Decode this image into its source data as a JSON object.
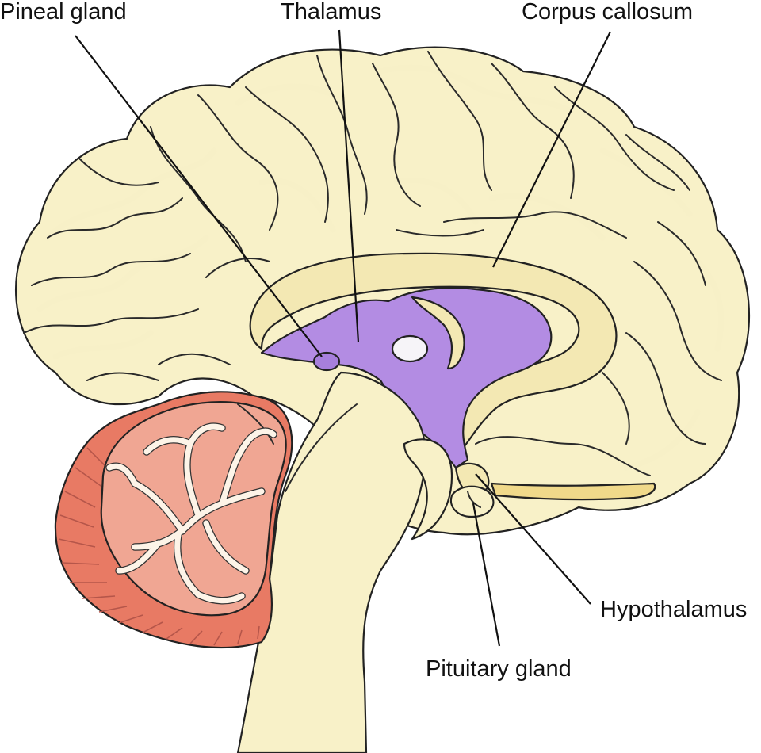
{
  "labels": {
    "pineal_gland": "Pineal gland",
    "thalamus": "Thalamus",
    "corpus_callosum": "Corpus callosum",
    "hypothalamus": "Hypothalamus",
    "pituitary_gland": "Pituitary gland"
  },
  "colors": {
    "cerebrum": "#f8f1c8",
    "cerebrum_shadow": "#efe3a9",
    "thalamus_region": "#b38ce3",
    "cerebellum": "#f0a693",
    "cerebellum_dark": "#e87a64",
    "brainstem": "#f8f1c8",
    "outline": "#222222"
  }
}
